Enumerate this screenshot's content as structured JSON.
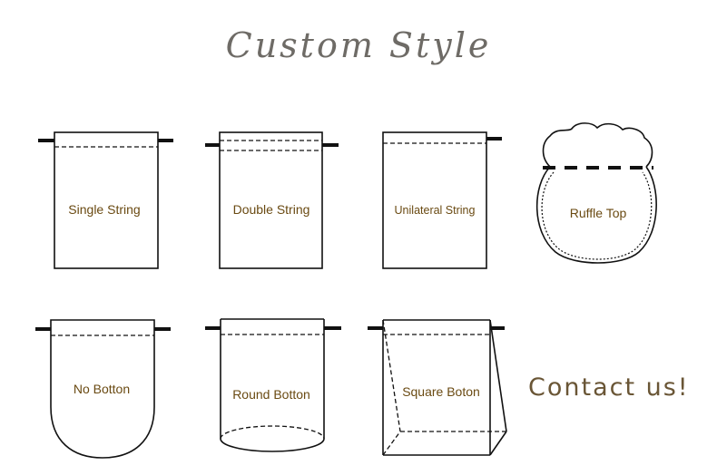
{
  "title": "Custom Style",
  "contact": "Contact us!",
  "colors": {
    "label": "#6a4a12",
    "title": "#6e6b66",
    "contact": "#6a5636",
    "outline": "#111111"
  },
  "styles": [
    {
      "id": "single-string",
      "label": "Single String"
    },
    {
      "id": "double-string",
      "label": "Double String"
    },
    {
      "id": "unilateral-string",
      "label": "Unilateral String"
    },
    {
      "id": "ruffle-top",
      "label": "Ruffle Top"
    },
    {
      "id": "no-bottom",
      "label": "No Botton"
    },
    {
      "id": "round-bottom",
      "label": "Round Botton"
    },
    {
      "id": "square-bottom",
      "label": "Square Boton"
    }
  ]
}
